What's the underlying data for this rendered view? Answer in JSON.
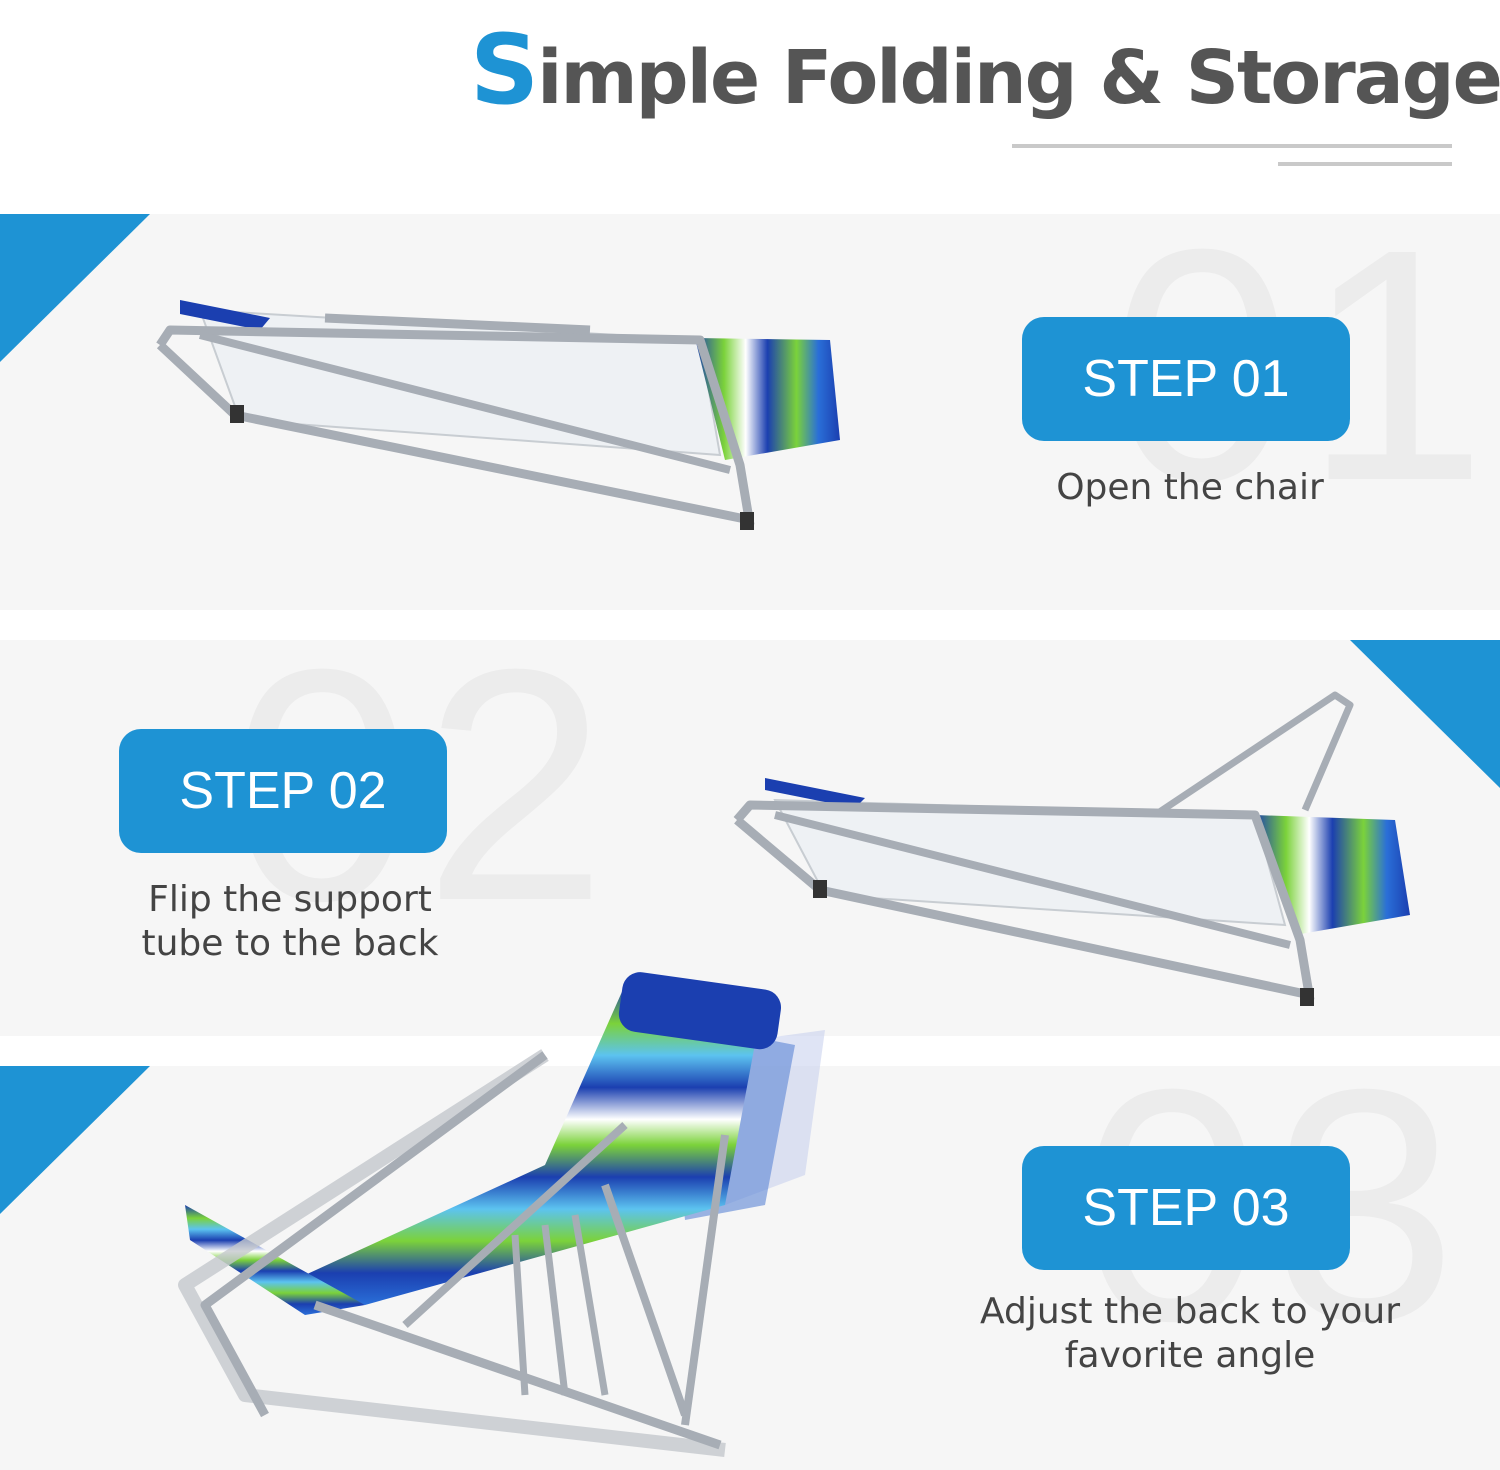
{
  "title": {
    "first_letter": "S",
    "rest": "imple Folding & Storage"
  },
  "steps": [
    {
      "label": "STEP 01",
      "number": "01",
      "desc_lines": [
        "Open the chair"
      ]
    },
    {
      "label": "STEP 02",
      "number": "02",
      "desc_lines": [
        "Flip the support",
        "tube to the back"
      ]
    },
    {
      "label": "STEP 03",
      "number": "03",
      "desc_lines": [
        "Adjust the back to your",
        "favorite angle"
      ]
    }
  ],
  "colors": {
    "accent": "#1e93d4",
    "text": "#444444",
    "title_gray": "#555555",
    "panel": "#f6f6f6",
    "frame": "#a7adb5",
    "fabric_blue": "#1b3fb0",
    "fabric_green": "#7bd23a"
  }
}
